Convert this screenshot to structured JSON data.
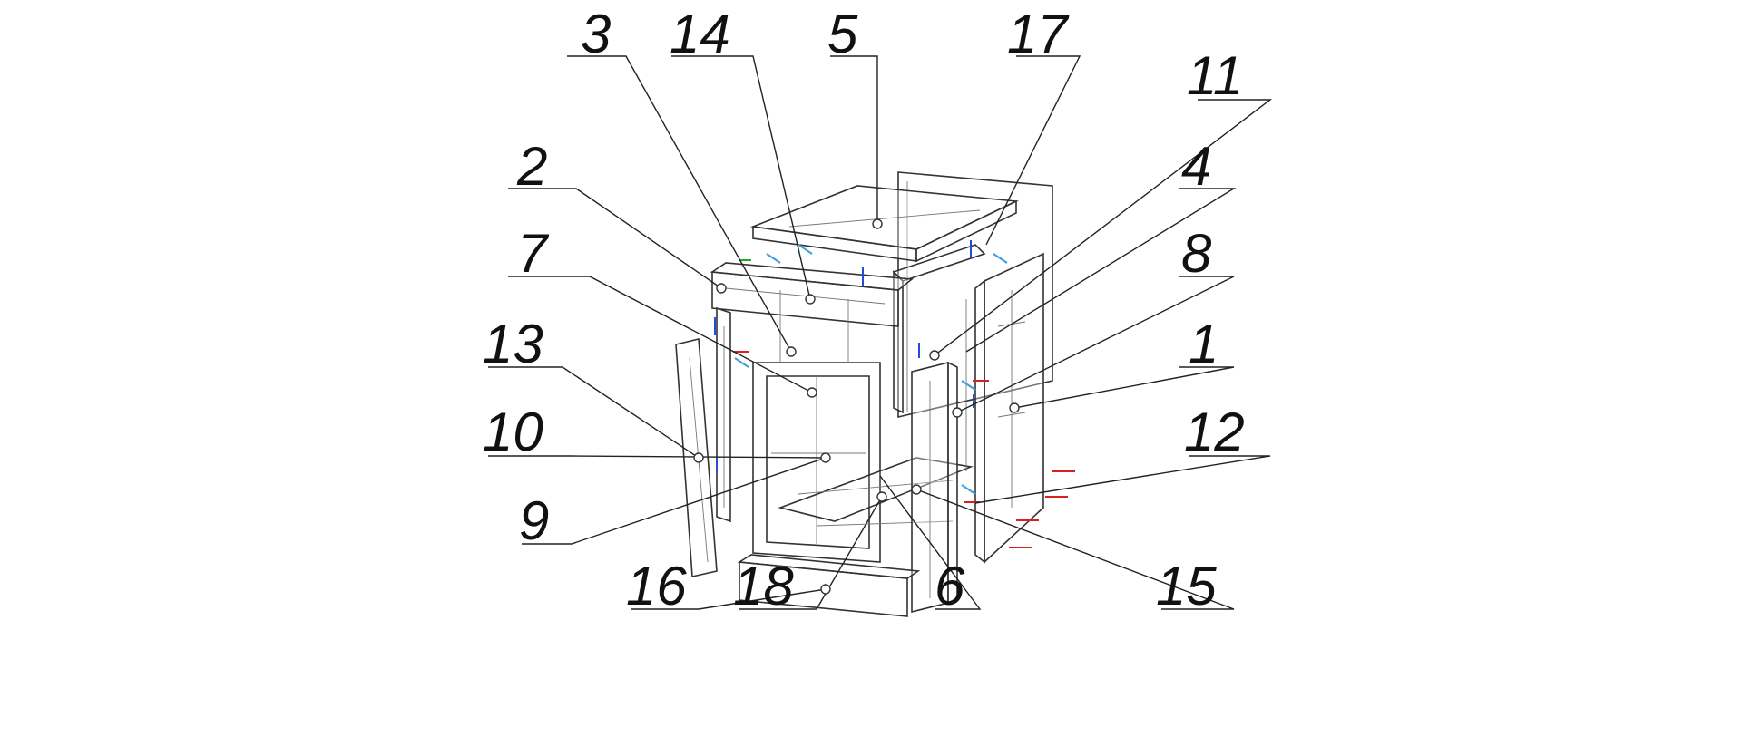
{
  "diagram": {
    "callouts": [
      {
        "id": "3",
        "text": "3"
      },
      {
        "id": "14",
        "text": "14"
      },
      {
        "id": "5",
        "text": "5"
      },
      {
        "id": "17",
        "text": "17"
      },
      {
        "id": "11",
        "text": "11"
      },
      {
        "id": "2",
        "text": "2"
      },
      {
        "id": "4",
        "text": "4"
      },
      {
        "id": "7",
        "text": "7"
      },
      {
        "id": "8",
        "text": "8"
      },
      {
        "id": "13",
        "text": "13"
      },
      {
        "id": "1",
        "text": "1"
      },
      {
        "id": "10",
        "text": "10"
      },
      {
        "id": "12",
        "text": "12"
      },
      {
        "id": "9",
        "text": "9"
      },
      {
        "id": "16",
        "text": "16"
      },
      {
        "id": "18",
        "text": "18"
      },
      {
        "id": "6",
        "text": "6"
      },
      {
        "id": "15",
        "text": "15"
      }
    ],
    "colors": {
      "line": "#222222",
      "fastener_blue": "#1d4fd8",
      "fastener_cyan": "#3aa0e0",
      "fastener_red": "#d82020",
      "fastener_green": "#22aa22"
    }
  }
}
